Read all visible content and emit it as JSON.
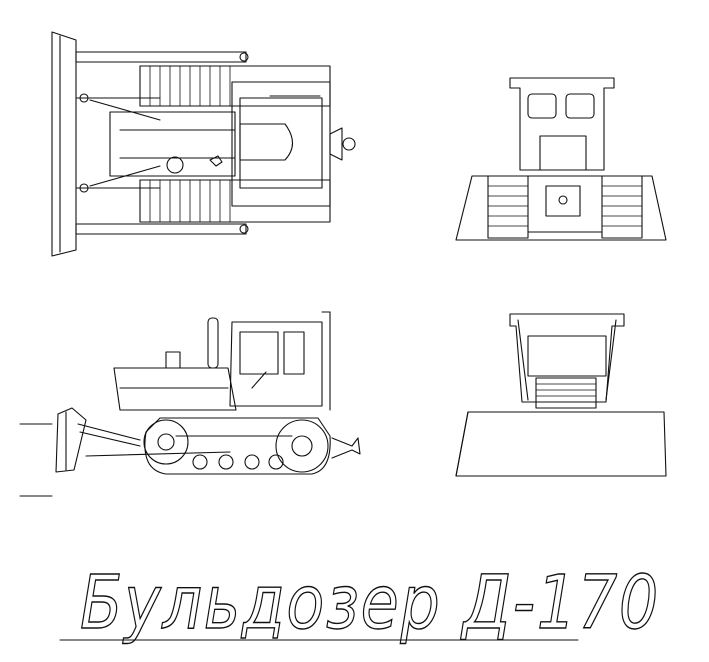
{
  "title": "Бульдозер Д-170",
  "views": {
    "top": "top-view",
    "rear": "rear-view",
    "side": "side-view",
    "front": "front-view"
  }
}
